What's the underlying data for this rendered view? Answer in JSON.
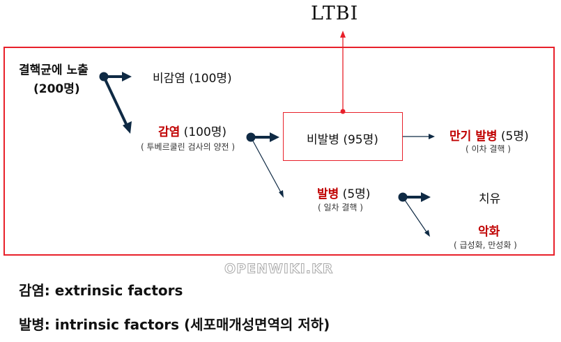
{
  "title": "LTBI",
  "nodes": {
    "exposure": {
      "line1": "결핵균에 노출",
      "line2": "(200명)"
    },
    "uninfected": {
      "label": "비감염 (100명)"
    },
    "infected": {
      "label_red": "감염",
      "label_rest": " (100명)",
      "note": "( 투베르쿨린 검사의 양전 )"
    },
    "nondisease": {
      "label": "비발병 (95명)"
    },
    "late_disease": {
      "label_red": "만기 발병",
      "label_rest": " (5명)",
      "note": "( 이차 결핵 )"
    },
    "early_disease": {
      "label_red": "발병",
      "label_rest": " (5명)",
      "note": "( 일차 결핵 )"
    },
    "cure": {
      "label": "치유"
    },
    "worsen": {
      "label": "악화",
      "note": "( 급성화, 만성화 )"
    }
  },
  "footer": {
    "line1": "감염: extrinsic factors",
    "line2": "발병: intrinsic factors (세포매개성면역의 저하)"
  },
  "watermark": "OPENWIKI.KR",
  "colors": {
    "red": "#c00000",
    "frame": "#e8202a",
    "arrow": "#0f2a44"
  }
}
